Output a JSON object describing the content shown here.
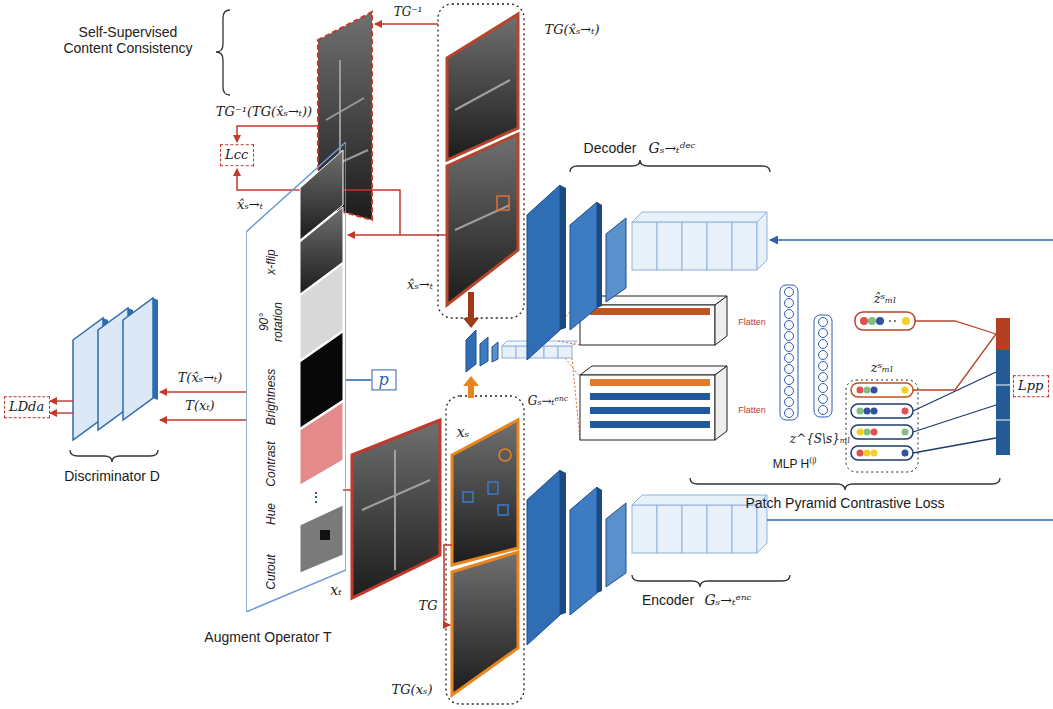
{
  "diagram": {
    "nodes": [
      {
        "text": [
          "Lcc"
        ]
      },
      {
        "text": [
          "x-flip",
          "90° rotation",
          "Brightness",
          "Contrast",
          "Hue",
          "⋮",
          "Cutout",
          "Augment Operator T"
        ]
      },
      {
        "text": [
          "p"
        ]
      },
      {
        "text": [
          "LDda"
        ]
      },
      {
        "text": [
          "Lpp"
        ]
      }
    ],
    "edges": [
      {
        "from": 1,
        "to": 2,
        "arrow": "none"
      }
    ],
    "labels": [
      "Self-Supervised Content Consistency",
      "TG⁻¹(TG(x̂ₛ→ₜ))",
      "x̂ₛ→ₜ",
      "TG⁻¹",
      "TG(x̂ₛ→ₜ)",
      "x̂ₛ→ₜ",
      "Decoder",
      "Gₛ→ₜᵈᵉᶜ",
      "T(x̂ₛ→ₜ)",
      "T(xₜ)",
      "Discriminator D",
      "xₜ",
      "xₛ",
      "TG",
      "TG(xₛ)",
      "Gₛ→ₜᵉⁿᶜ",
      "Flatten",
      "Flatten",
      "MLP H⁽ˡ⁾",
      "ẑˢₘₗ",
      "zˢₘₗ",
      "z^{S\\s}ₘₗ",
      "Patch Pyramid Contrastive Loss",
      "Encoder",
      "Gₛ→ₜᵉⁿᶜ"
    ]
  }
}
